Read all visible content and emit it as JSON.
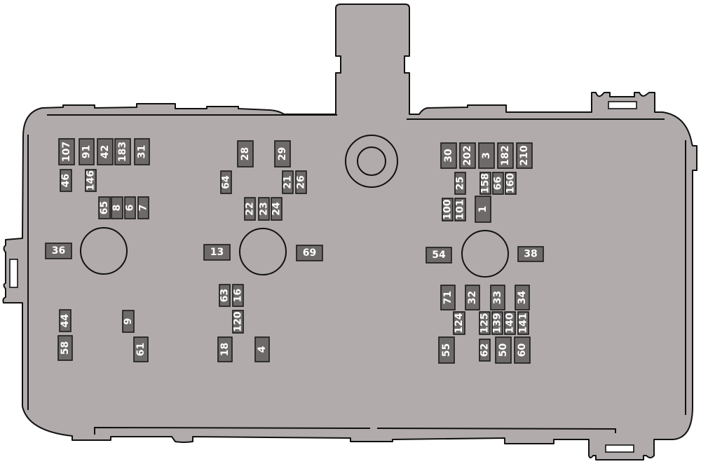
{
  "colors": {
    "housing": "#b1abab",
    "fuse": "#6f6a6a",
    "fuse_text": "#ffffff",
    "outline": "#111111"
  },
  "fuses": [
    "107",
    "91",
    "42",
    "183",
    "31",
    "46",
    "146",
    "65",
    "8",
    "6",
    "7",
    "36",
    "44",
    "9",
    "58",
    "61",
    "28",
    "29",
    "64",
    "21",
    "26",
    "22",
    "23",
    "24",
    "13",
    "69",
    "63",
    "16",
    "120",
    "18",
    "4",
    "30",
    "202",
    "3",
    "182",
    "210",
    "25",
    "158",
    "66",
    "160",
    "100",
    "101",
    "1",
    "54",
    "38",
    "71",
    "32",
    "33",
    "34",
    "124",
    "125",
    "139",
    "140",
    "141",
    "55",
    "62",
    "50",
    "60"
  ]
}
